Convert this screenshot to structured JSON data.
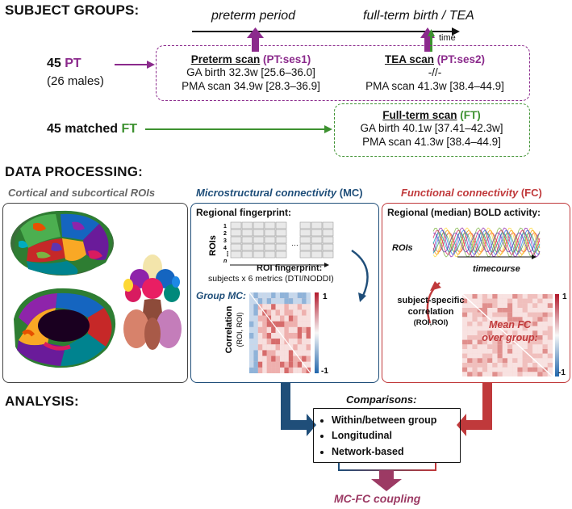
{
  "sections": {
    "subject_groups": "SUBJECT GROUPS:",
    "data_processing": "DATA PROCESSING:",
    "analysis": "ANALYSIS:"
  },
  "timeline": {
    "preterm_period": "preterm period",
    "fullterm_birth": "full-term birth / TEA",
    "time": "time"
  },
  "pt_group": {
    "count": "45",
    "label": "PT",
    "males": "(26 males)"
  },
  "ft_group": {
    "count": "45 matched",
    "label": "FT"
  },
  "preterm_scan": {
    "title": "Preterm scan",
    "tag": "(PT:ses1)",
    "ga": "GA birth 32.3w [25.6–36.0]",
    "pma": "PMA scan 34.9w [28.3–36.9]"
  },
  "tea_scan": {
    "title": "TEA scan",
    "tag": "(PT:ses2)",
    "ga": "-//-",
    "pma": "PMA scan 41.3w [38.4–44.9]"
  },
  "fullterm_scan": {
    "title": "Full-term scan",
    "tag": "(FT)",
    "ga": "GA birth 40.1w [37.41–42.3w]",
    "pma": "PMA scan 41.3w [38.4–44.9]"
  },
  "rois_panel": {
    "title": "Cortical and subcortical ROIs"
  },
  "mc_panel": {
    "title": "Microstructural connectivity",
    "abbr": "(MC)",
    "fingerprint_title": "Regional fingerprint:",
    "rois_label": "ROIs",
    "row_labels": [
      "1",
      "2",
      "3",
      "4",
      "n"
    ],
    "dots": "⋮",
    "hdots": "…",
    "fingerprint_caption": "ROI fingerprint:",
    "fingerprint_sub": "subjects x 6 metrics (DTI/NODDI)",
    "group_mc": "Group MC:",
    "corr_label": "Correlation",
    "corr_sub": "(ROI, ROI)",
    "scale_max": "1",
    "scale_min": "-1"
  },
  "fc_panel": {
    "title": "Functional connectivity",
    "abbr": "(FC)",
    "bold_title": "Regional (median) BOLD activity:",
    "rois_label": "ROIs",
    "timecourse": "timecourse",
    "subject_corr": "subject-specific",
    "correlation": "correlation",
    "roi_roi": "(ROI,ROI)",
    "mean_fc": "Mean FC",
    "over_group": "over group:",
    "scale_max": "1",
    "scale_min": "-1"
  },
  "comparisons": {
    "title": "Comparisons:",
    "items": [
      "Within/between group",
      "Longitudinal",
      "Network-based"
    ]
  },
  "coupling": "MC-FC coupling",
  "colors": {
    "purple": "#8b2a8c",
    "green": "#3d9130",
    "mc_blue": "#1f4e79",
    "fc_red": "#c0393b",
    "rois_gray": "#666666"
  }
}
